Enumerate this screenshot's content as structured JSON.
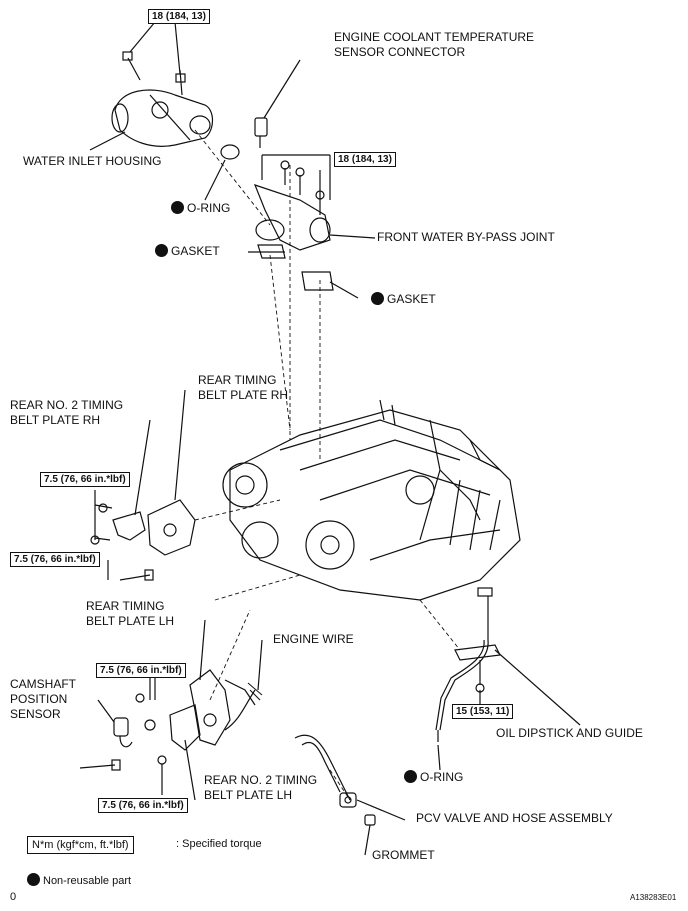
{
  "labels": {
    "sensor_connector": [
      "ENGINE COOLANT TEMPERATURE",
      "SENSOR CONNECTOR"
    ],
    "water_inlet_housing": "WATER INLET HOUSING",
    "oring_top": "O-RING",
    "gasket_left": "GASKET",
    "front_bypass": "FRONT WATER BY-PASS JOINT",
    "gasket_right": "GASKET",
    "rear_plate_rh": [
      "REAR TIMING",
      "BELT PLATE RH"
    ],
    "rear_no2_rh": [
      "REAR NO. 2 TIMING",
      "BELT PLATE RH"
    ],
    "rear_plate_lh": [
      "REAR TIMING",
      "BELT PLATE LH"
    ],
    "engine_wire": "ENGINE WIRE",
    "camshaft_sensor": [
      "CAMSHAFT",
      "POSITION",
      "SENSOR"
    ],
    "rear_no2_lh": [
      "REAR NO. 2 TIMING",
      "BELT PLATE LH"
    ],
    "dipstick": "OIL DIPSTICK AND GUIDE",
    "oring_bottom": "O-RING",
    "pcv": "PCV VALVE AND HOSE ASSEMBLY",
    "grommet": "GROMMET"
  },
  "torques": {
    "t1": "18 (184, 13)",
    "t2": "18 (184, 13)",
    "t3": "7.5 (76, 66 in.*lbf)",
    "t4": "7.5 (76, 66 in.*lbf)",
    "t5": "7.5 (76, 66 in.*lbf)",
    "t6": "15 (153, 11)",
    "t7": "7.5 (76, 66 in.*lbf)"
  },
  "legend": {
    "unit_box": "N*m (kgf*cm, ft.*lbf)",
    "unit_text": ": Specified torque",
    "nonreusable": "Non-reusable part"
  },
  "corner": {
    "left": "0",
    "right": "A138283E01"
  }
}
